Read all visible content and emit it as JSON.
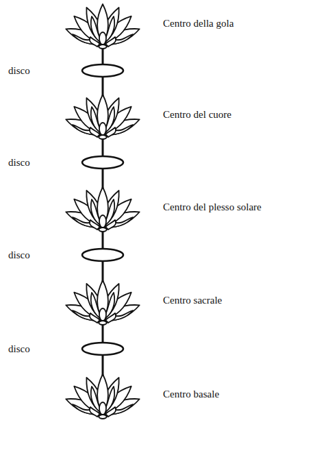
{
  "diagram": {
    "labels": [
      "Centro della gola",
      "disco",
      "Centro del cuore",
      "disco",
      "Centro del plesso solare",
      "disco",
      "Centro sacrale",
      "disco",
      "Centro basale"
    ]
  }
}
